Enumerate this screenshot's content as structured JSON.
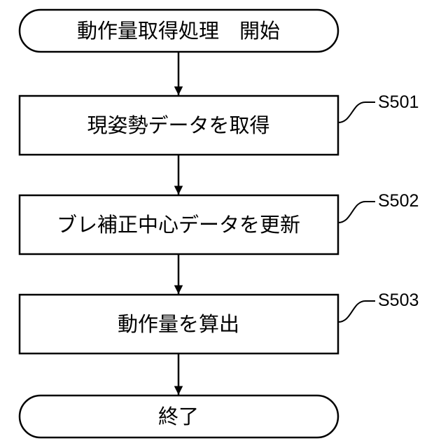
{
  "flowchart": {
    "start": {
      "label": "動作量取得処理　開始"
    },
    "steps": [
      {
        "id": "S501",
        "label": "現姿勢データを取得"
      },
      {
        "id": "S502",
        "label": "ブレ補正中心データを更新"
      },
      {
        "id": "S503",
        "label": "動作量を算出"
      }
    ],
    "end": {
      "label": "終了"
    }
  }
}
